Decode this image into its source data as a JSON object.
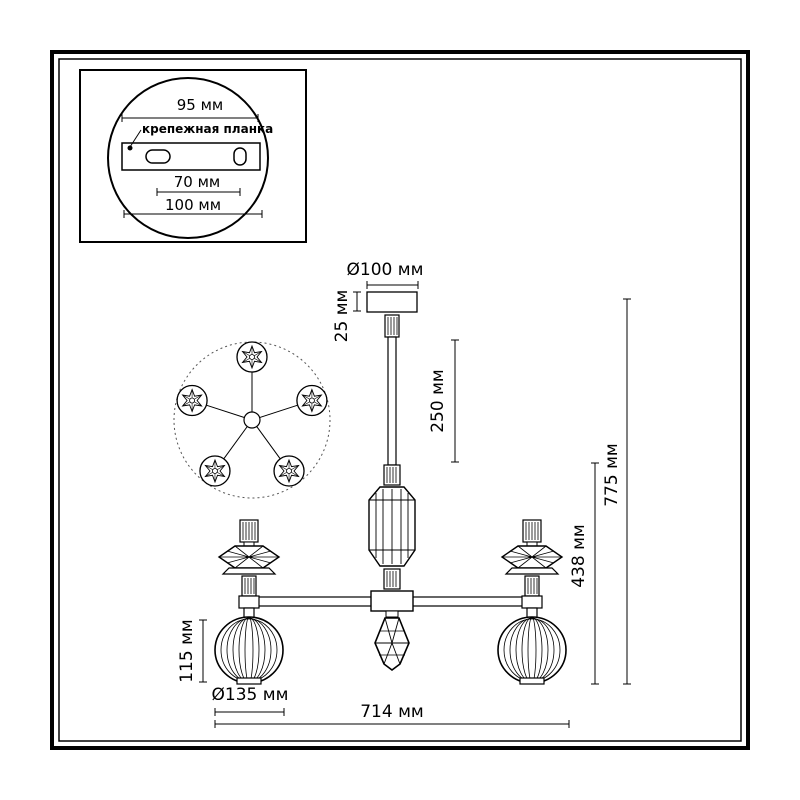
{
  "mount_inset": {
    "plate_width_label": "95 мм",
    "plate_name": "крепежная планка",
    "hole_spacing_label": "70 мм",
    "diameter_label": "100 мм"
  },
  "dimensions": {
    "canopy_diameter": "Ø100 мм",
    "canopy_height": "25 мм",
    "rod_length": "250 мм",
    "total_height": "775 мм",
    "body_height": "438 мм",
    "shade_height": "115 мм",
    "shade_diameter": "Ø135 мм",
    "total_width": "714 мм"
  },
  "top_view": {
    "arm_count": 5
  }
}
